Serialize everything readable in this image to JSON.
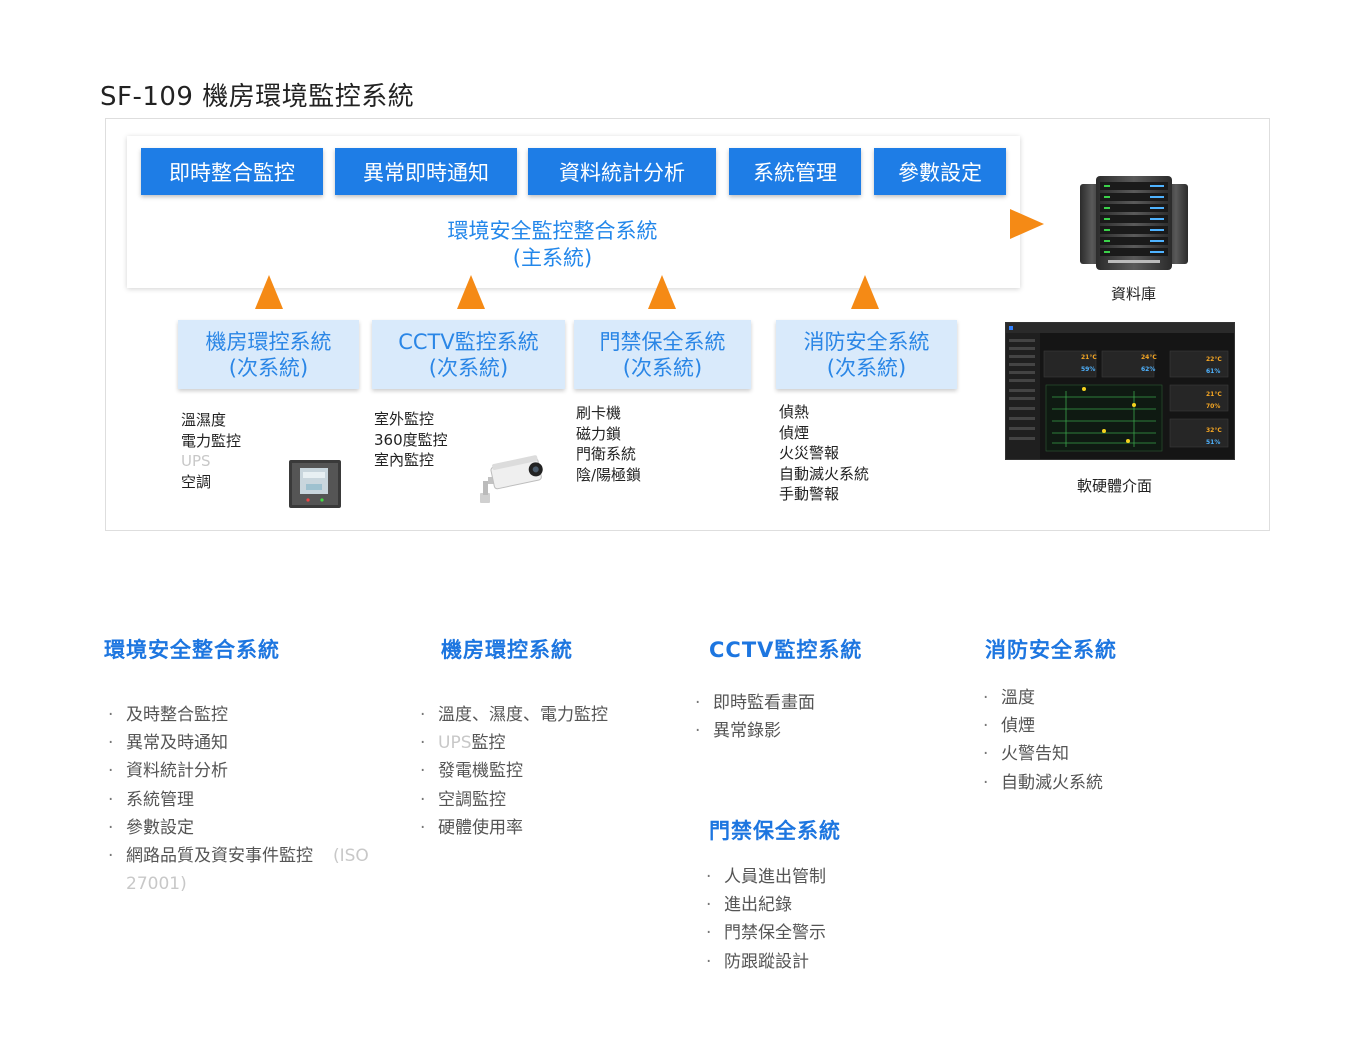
{
  "page_title": "SF-109 機房環境監控系統",
  "diagram": {
    "tabs": [
      "即時整合監控",
      "異常即時通知",
      "資料統計分析",
      "系統管理",
      "參數設定"
    ],
    "main_system": {
      "name": "環境安全監控整合系統",
      "sub": "(主系統)"
    },
    "subsystems": [
      {
        "name": "機房環控系統",
        "sub": "(次系統)",
        "items": [
          "溫濕度",
          "電力監控",
          "UPS",
          "空調"
        ]
      },
      {
        "name": "CCTV監控系統",
        "sub": "(次系統)",
        "items": [
          "室外監控",
          "360度監控",
          "室內監控"
        ]
      },
      {
        "name": "門禁保全系統",
        "sub": "(次系統)",
        "items": [
          "刷卡機",
          "磁力鎖",
          "門衛系統",
          "陰/陽極鎖"
        ]
      },
      {
        "name": "消防安全系統",
        "sub": "(次系統)",
        "items": [
          "偵熱",
          "偵煙",
          "火災警報",
          "自動滅火系統",
          "手動警報"
        ]
      }
    ],
    "database_label": "資料庫",
    "interface_label": "軟硬體介面",
    "screen_readings": [
      "21°C",
      "24°C",
      "22°C",
      "59%",
      "62%",
      "61%",
      "21°C",
      "70%",
      "32°C",
      "51%"
    ],
    "colors": {
      "primary": "#1e7de6",
      "sub_bg": "#d9eafb",
      "arrow": "#f58a15",
      "section_title": "#1d76e0"
    }
  },
  "sections": {
    "integration": {
      "title": "環境安全整合系統",
      "items": [
        "及時整合監控",
        "異常及時通知",
        "資料統計分析",
        "系統管理",
        "參數設定",
        "網路品質及資安事件監控",
        "(ISO",
        "27001)"
      ]
    },
    "room": {
      "title": "機房環控系統",
      "items": [
        "溫度、濕度、電力監控",
        "UPS",
        "監控",
        "發電機監控",
        "空調監控",
        "硬體使用率"
      ]
    },
    "cctv": {
      "title": "CCTV監控系統",
      "items": [
        "即時監看畫面",
        "異常錄影"
      ]
    },
    "access": {
      "title": "門禁保全系統",
      "items": [
        "人員進出管制",
        "進出紀錄",
        "門禁保全警示",
        "防跟蹤設計"
      ]
    },
    "fire": {
      "title": "消防安全系統",
      "items": [
        "溫度",
        "偵煙",
        "火警告知",
        "自動滅火系統"
      ]
    }
  }
}
